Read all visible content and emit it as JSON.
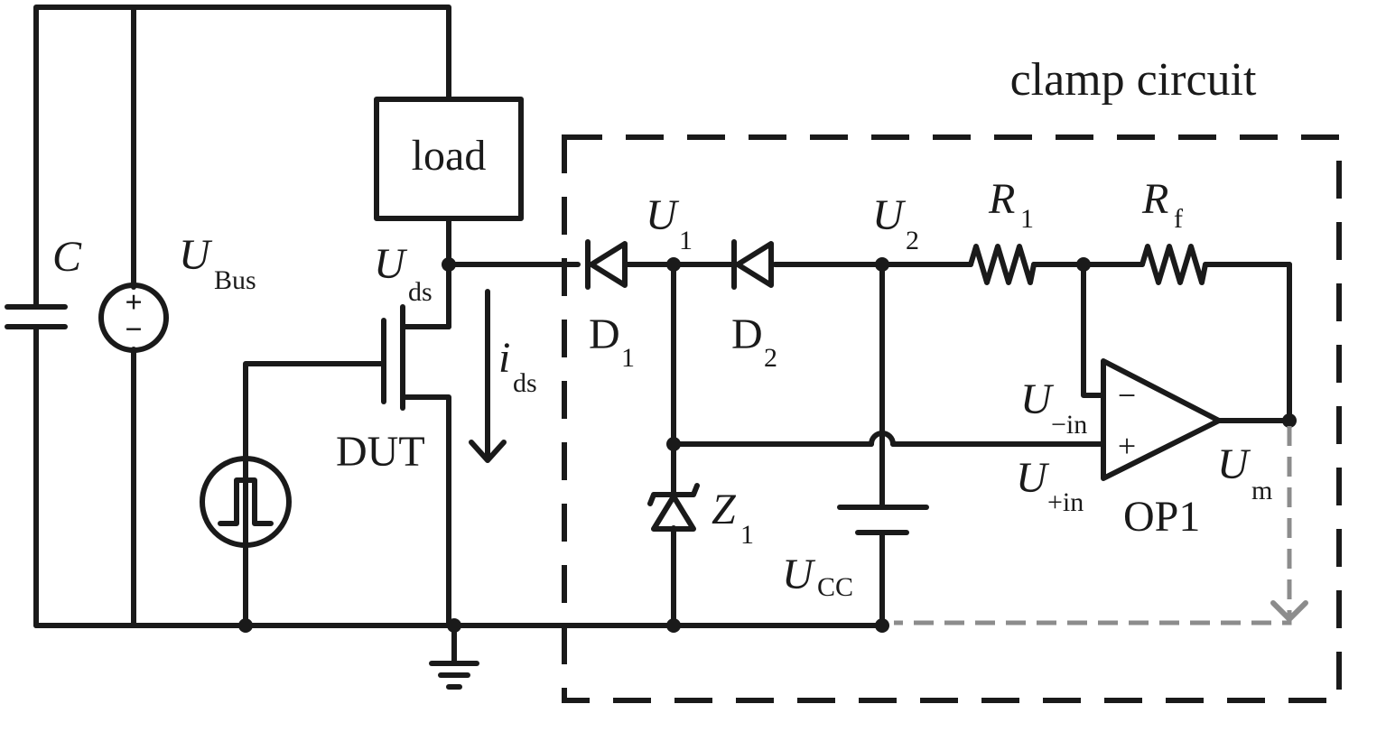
{
  "title": "clamp circuit",
  "labels": {
    "load": "load",
    "capacitor": "C",
    "bus_main": "U",
    "bus_sub": "Bus",
    "uds_main": "U",
    "uds_sub": "ds",
    "ids_main": "i",
    "ids_sub": "ds",
    "dut": "DUT",
    "d1_main": "D",
    "d1_sub": "1",
    "d2_main": "D",
    "d2_sub": "2",
    "u1_main": "U",
    "u1_sub": "1",
    "u2_main": "U",
    "u2_sub": "2",
    "r1_main": "R",
    "r1_sub": "1",
    "rf_main": "R",
    "rf_sub": "f",
    "z1_main": "Z",
    "z1_sub": "1",
    "ucc_main": "U",
    "ucc_sub": "CC",
    "uneg_main": "U",
    "uneg_sub": "−in",
    "upos_main": "U",
    "upos_sub": "+in",
    "op": "OP1",
    "um_main": "U",
    "um_sub": "m",
    "op_minus": "−",
    "op_plus": "+",
    "src_plus": "+",
    "src_minus": "−"
  },
  "colors": {
    "wire": "#1a1a1a",
    "feedback_path": "#8c8c8c"
  }
}
